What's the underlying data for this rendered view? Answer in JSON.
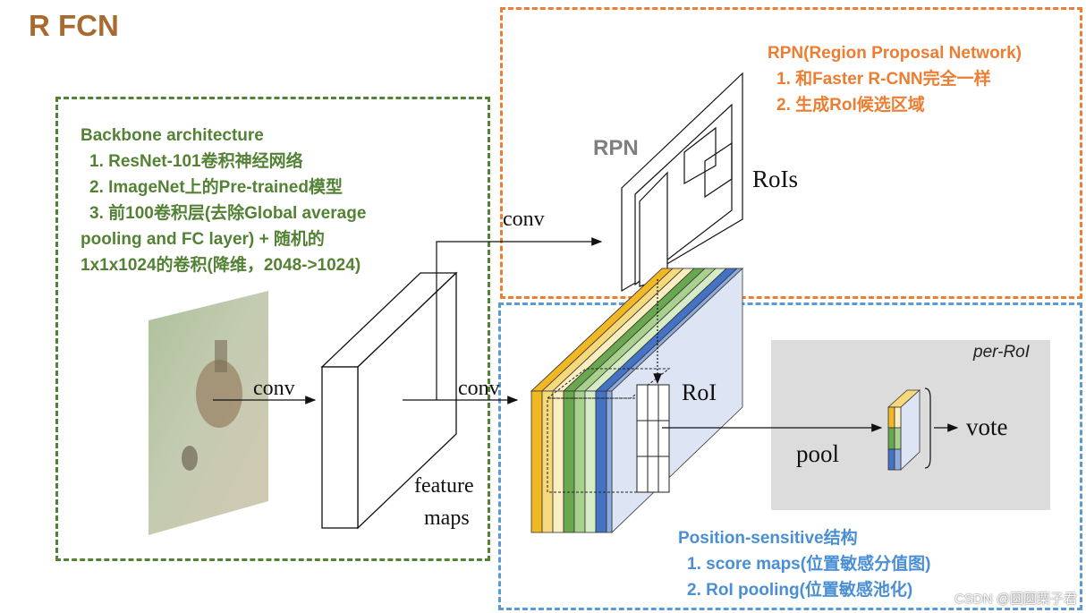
{
  "title": "R FCN",
  "backbone": {
    "heading": "Backbone architecture",
    "items": [
      "1. ResNet-101卷积神经网络",
      "2. ImageNet上的Pre-trained模型",
      "3. 前100卷积层(去除Global average"
    ],
    "continuation": [
      "pooling and FC layer) + 随机的",
      "1x1x1024的卷积(降维，2048->1024)"
    ]
  },
  "rpn_box": {
    "heading": "RPN(Region Proposal Network)",
    "items": [
      "1. 和Faster R-CNN完全一样",
      "2. 生成RoI候选区域"
    ]
  },
  "ps_box": {
    "heading": "Position-sensitive结构",
    "items": [
      "1. score maps(位置敏感分值图)",
      "2. RoI pooling(位置敏感池化)"
    ]
  },
  "diagram": {
    "conv1": "conv",
    "conv2": "conv",
    "conv3": "conv",
    "feature_maps_line1": "feature",
    "feature_maps_line2": "maps",
    "rpn_label": "RPN",
    "rois_label": "RoIs",
    "roi_label": "RoI",
    "pool_label": "pool",
    "vote_label": "vote",
    "per_roi_label": "per-RoI"
  },
  "watermark": "CSDN @圆圆栗子君",
  "colors": {
    "green": "#548235",
    "orange": "#ed7d31",
    "blue": "#5b9bd5",
    "title": "#a86a2e"
  }
}
